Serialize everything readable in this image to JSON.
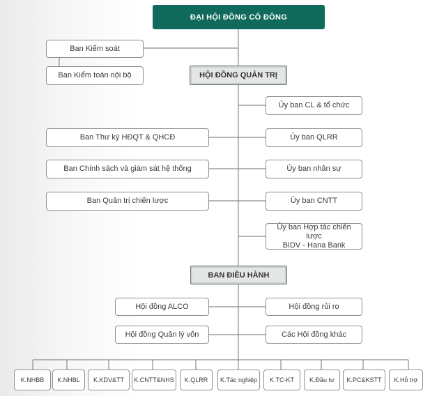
{
  "top": "ĐẠI HỘI ĐỒNG CỔ ĐÔNG",
  "board": "HỘI ĐỒNG QUẢN TRỊ",
  "left_upper": [
    "Ban Kiểm soát",
    "Ban Kiểm toán nội bộ"
  ],
  "committees": [
    "Ủy ban CL & tổ chức",
    "Ủy ban QLRR",
    "Ủy ban nhân sự",
    "Ủy ban CNTT"
  ],
  "coop_committee": [
    "Ủy ban Hợp tác chiến lược",
    "BIDV - Hana Bank"
  ],
  "left_board": [
    "Ban Thư ký HĐQT & QHCĐ",
    "Ban Chính sách và giám sát hệ thống",
    "Ban Quản trị chiến lược"
  ],
  "exec": "BAN ĐIỀU HÀNH",
  "exec_councils_left": [
    "Hội đồng ALCO",
    "Hội đồng Quản lý vốn"
  ],
  "exec_councils_right": [
    "Hội đồng rủi ro",
    "Các Hội đồng khác"
  ],
  "divisions": [
    "K.NHBB",
    "K.NHBL",
    "K.KDV&TT",
    "K.CNTT&NHS",
    "K.QLRR",
    "K.Tác nghiệp",
    "K.TC-KT",
    "K.Đầu tư",
    "K.PC&KSTT",
    "K.Hỗ trợ"
  ],
  "colors": {
    "header_bg": "#0f6a5c",
    "line": "#8a8a8a",
    "box_border": "#8f8f8f",
    "mid_bg": "#e4e6e6"
  }
}
